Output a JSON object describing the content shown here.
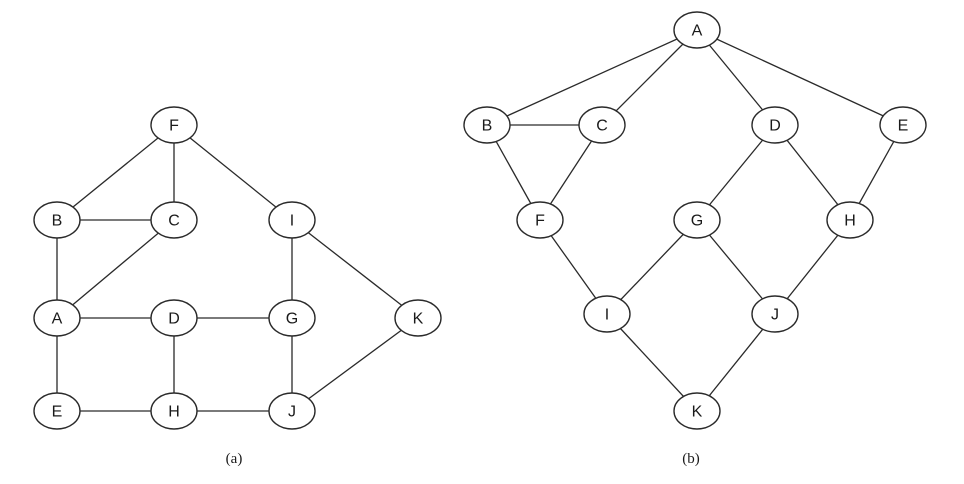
{
  "figures": [
    {
      "caption": "(a)",
      "nodes": [
        "F",
        "B",
        "C",
        "I",
        "A",
        "D",
        "G",
        "K",
        "E",
        "H",
        "J"
      ],
      "edges": [
        [
          "F",
          "B"
        ],
        [
          "F",
          "C"
        ],
        [
          "F",
          "I"
        ],
        [
          "B",
          "C"
        ],
        [
          "B",
          "A"
        ],
        [
          "C",
          "A"
        ],
        [
          "A",
          "D"
        ],
        [
          "D",
          "G"
        ],
        [
          "A",
          "E"
        ],
        [
          "D",
          "H"
        ],
        [
          "E",
          "H"
        ],
        [
          "H",
          "J"
        ],
        [
          "I",
          "G"
        ],
        [
          "I",
          "K"
        ],
        [
          "G",
          "J"
        ],
        [
          "K",
          "J"
        ]
      ]
    },
    {
      "caption": "(b)",
      "nodes": [
        "A",
        "B",
        "C",
        "D",
        "E",
        "F",
        "G",
        "H",
        "I",
        "J",
        "K"
      ],
      "edges": [
        [
          "A",
          "B"
        ],
        [
          "A",
          "C"
        ],
        [
          "A",
          "D"
        ],
        [
          "A",
          "E"
        ],
        [
          "B",
          "C"
        ],
        [
          "B",
          "F"
        ],
        [
          "C",
          "F"
        ],
        [
          "D",
          "G"
        ],
        [
          "D",
          "H"
        ],
        [
          "E",
          "H"
        ],
        [
          "F",
          "I"
        ],
        [
          "G",
          "I"
        ],
        [
          "G",
          "J"
        ],
        [
          "H",
          "J"
        ],
        [
          "I",
          "K"
        ],
        [
          "J",
          "K"
        ]
      ]
    }
  ]
}
